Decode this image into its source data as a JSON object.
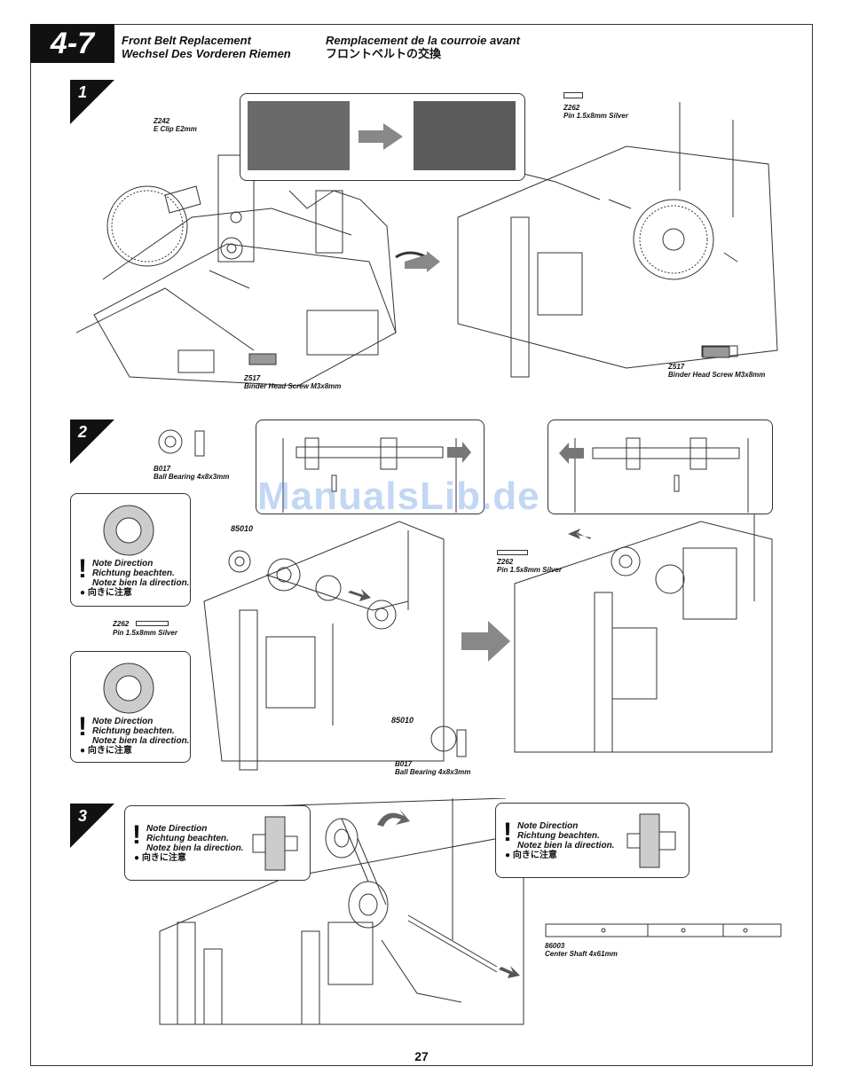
{
  "header": {
    "section": "4-7",
    "title_en": "Front Belt Replacement",
    "title_de": "Wechsel Des Vorderen Riemen",
    "title_fr": "Remplacement de la courroie avant",
    "title_jp": "フロントベルトの交換"
  },
  "steps": [
    "1",
    "2",
    "3"
  ],
  "parts": {
    "z242_code": "Z242",
    "z242_name": "E Clip E2mm",
    "z517a_code": "Z517",
    "z517a_name": "Binder Head Screw M3x8mm",
    "z262a_code": "Z262",
    "z262a_name": "Pin 1.5x8mm Silver",
    "z517b_code": "Z517",
    "z517b_name": "Binder Head Screw M3x8mm",
    "b017a_code": "B017",
    "b017a_name": "Ball Bearing 4x8x3mm",
    "p85010a": "85010",
    "z262b_code": "Z262",
    "z262b_name": "Pin 1.5x8mm Silver",
    "z262c_code": "Z262",
    "z262c_name": "Pin 1.5x8mm Silver",
    "p85010b": "85010",
    "b017b_code": "B017",
    "b017b_name": "Ball Bearing 4x8x3mm",
    "p86003_code": "86003",
    "p86003_name": "Center Shaft 4x61mm"
  },
  "notes": {
    "en": "Note Direction",
    "de": "Richtung beachten.",
    "fr": "Notez bien la direction.",
    "jp": "向きに注意"
  },
  "watermark": "ManualsLib.de",
  "page_number": "27"
}
